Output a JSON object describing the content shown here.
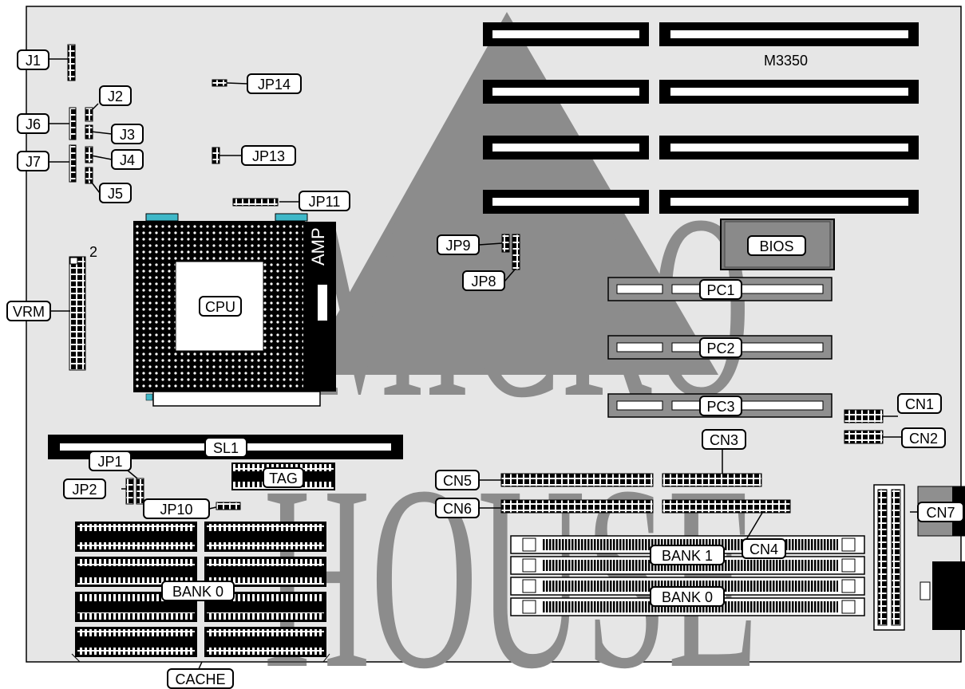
{
  "board": {
    "model": "M3350",
    "watermark": {
      "line1": "MICRO",
      "line2": "HOUSE"
    }
  },
  "labels": {
    "J1": "J1",
    "J2": "J2",
    "J3": "J3",
    "J4": "J4",
    "J5": "J5",
    "J6": "J6",
    "J7": "J7",
    "JP1": "JP1",
    "JP2": "JP2",
    "JP8": "JP8",
    "JP9": "JP9",
    "JP10": "JP10",
    "JP11": "JP11",
    "JP13": "JP13",
    "JP14": "JP14",
    "VRM": "VRM",
    "VRM_pin": "2",
    "CPU": "CPU",
    "AMP": "AMP",
    "BIOS": "BIOS",
    "PC1": "PC1",
    "PC2": "PC2",
    "PC3": "PC3",
    "SL1": "SL1",
    "TAG": "TAG",
    "CN1": "CN1",
    "CN2": "CN2",
    "CN3": "CN3",
    "CN4": "CN4",
    "CN5": "CN5",
    "CN6": "CN6",
    "CN7": "CN7",
    "BANK1_simm": "BANK 1",
    "BANK0_simm": "BANK 0",
    "BANK0_cache": "BANK 0",
    "CACHE": "CACHE"
  },
  "colors": {
    "board_bg": "#e6e6e6",
    "watermark": "#8c8c8c",
    "slot_dark": "#000000",
    "pci_gray": "#8f8f8f",
    "cpu_clip": "#3fb8c8"
  }
}
